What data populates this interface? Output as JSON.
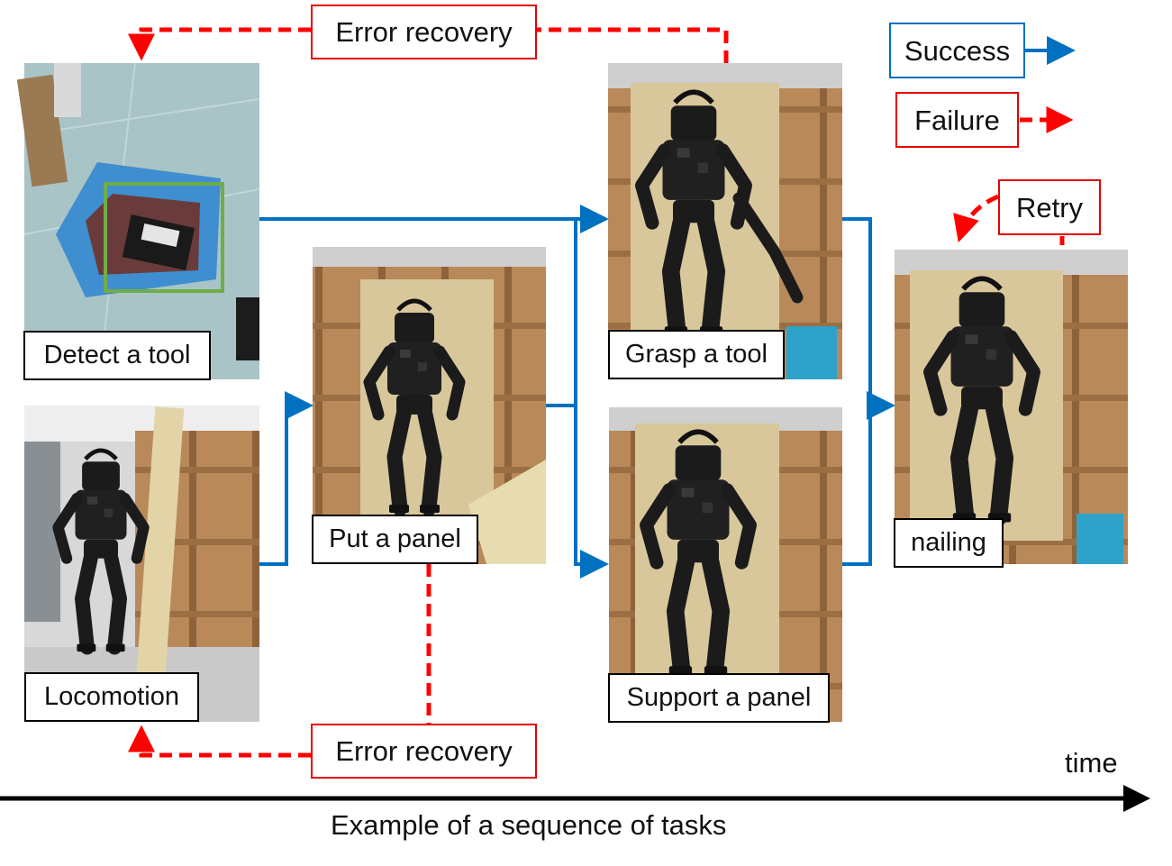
{
  "colors": {
    "success": "#0070c0",
    "failure": "#ff0000",
    "timeline": "#000000",
    "detection_box": "#70ad47",
    "wood": "#b9895a",
    "robot": "#1b1b1b"
  },
  "legend": {
    "success_label": "Success",
    "failure_label": "Failure"
  },
  "tasks": {
    "detect_tool": "Detect a tool",
    "locomotion": "Locomotion",
    "put_panel": "Put a panel",
    "grasp_tool": "Grasp a tool",
    "support_panel": "Support a panel",
    "nailing": "nailing"
  },
  "recovery": {
    "top": "Error recovery",
    "bottom": "Error recovery",
    "retry": "Retry"
  },
  "timeline": {
    "time_label": "time",
    "caption": "Example of a sequence of tasks"
  },
  "icons": {
    "robot": "humanoid-robot-icon",
    "tool_box": "tool-box-icon"
  }
}
